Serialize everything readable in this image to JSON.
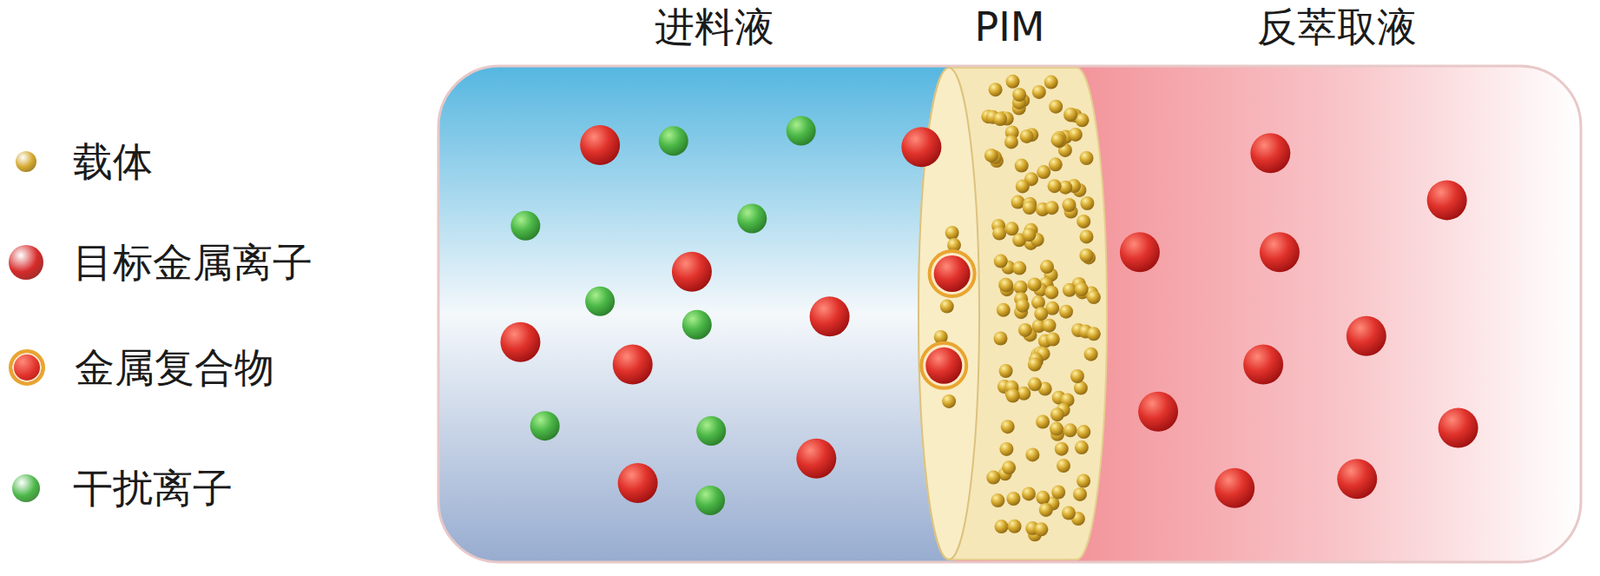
{
  "diagram": {
    "nodes": [
      {
        "text": [
          "进料液"
        ]
      },
      {
        "text": [
          "PIM"
        ]
      },
      {
        "text": [
          "反萃取液"
        ]
      }
    ],
    "legend": [
      {
        "text": "载体",
        "color": "#d4a72c"
      },
      {
        "text": "目标金属离子",
        "color": "#d62a2a"
      },
      {
        "text": "金属复合物"
      },
      {
        "text": "干扰离子",
        "color": "#4cb848"
      }
    ]
  }
}
